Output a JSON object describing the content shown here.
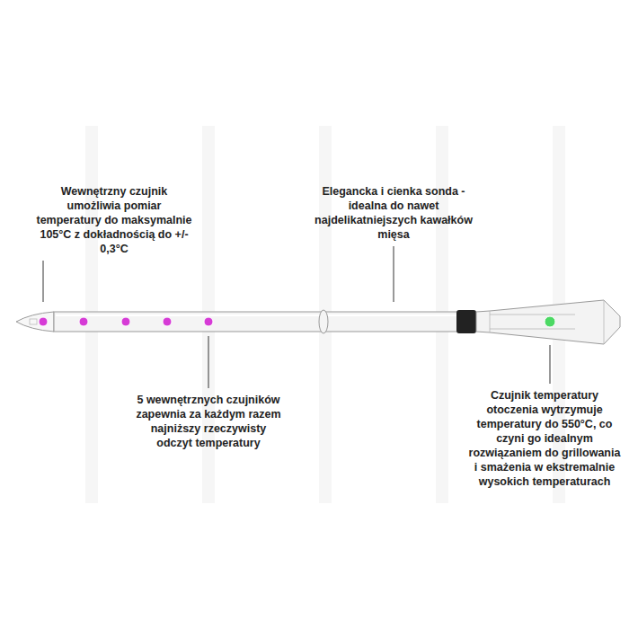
{
  "diagram": {
    "labels": [
      "Wewnętrzny czujnik umożliwia pomiar temperatury do maksymalnie 105°C z dokładnością do +/- 0,3°C",
      "Elegancka i cienka sonda - idealna do nawet najdelikatniejszych kawałków mięsa",
      "5 wewnętrznych czujników zapewnia za każdym razem najniższy rzeczywisty odczyt temperatury",
      "Czujnik temperatury otoczenia wytrzymuje temperatury do 550°C, co czyni go idealnym rozwiązaniem do grillowania i smażenia w ekstremalnie wysokich temperaturach"
    ]
  }
}
